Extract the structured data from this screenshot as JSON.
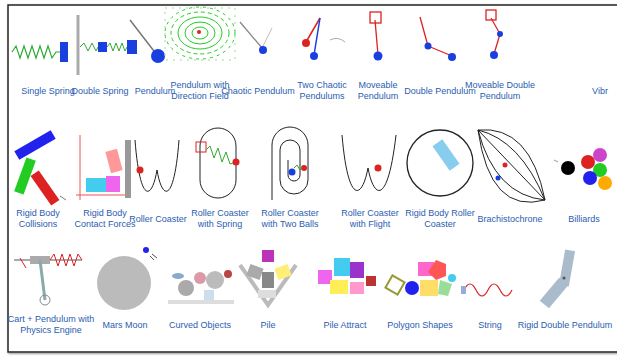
{
  "diagram": {
    "labels": [
      "Single Spring",
      "Double Spring",
      "Pendulum",
      "Pendulum with Direction Field",
      "Chaotic Pendulum",
      "Two Chaotic Pendulums",
      "Moveable Pendulum",
      "Double Pendulum",
      "Moveable Double Pendulum",
      "Vibr",
      "Rigid Body Collisions",
      "Rigid Body Contact Forces",
      "Roller Coaster",
      "Roller Coaster with Spring",
      "Roller Coaster with Two Balls",
      "Roller Coaster with Flight",
      "Rigid Body Roller Coaster",
      "Brachistochrone",
      "Billiards",
      "Cart + Pendulum with Physics Engine",
      "Mars Moon",
      "Curved Objects",
      "Pile",
      "Pile Attract",
      "Polygon Shapes",
      "String",
      "Rigid Double Pendulum"
    ]
  }
}
